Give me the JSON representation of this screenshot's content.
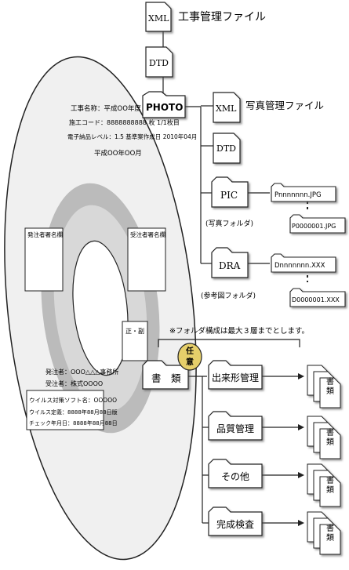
{
  "top": {
    "xml_label": "XML",
    "xml_caption": "工事管理ファイル",
    "dtd_label": "DTD"
  },
  "photo": {
    "folder_label": "PHOTO",
    "xml_label": "XML",
    "xml_caption": "写真管理ファイル",
    "dtd_label": "DTD",
    "pic_label": "PIC",
    "pic_caption": "(写真フォルダ)",
    "pic_file_1": "Pnnnnnnn.JPG",
    "pic_file_2": "P0000001.JPG",
    "dra_label": "DRA",
    "dra_caption": "(参考図フォルダ)",
    "dra_file_1": "Dnnnnnnn.XXX",
    "dra_file_2": "D0000001.XXX"
  },
  "disc": {
    "line1": "工事名称：平成OO年度 OO",
    "line2": "施工コード：8888888888    枚 1/1枚目",
    "line3": "電子納品レベル：1.5  基準案作成日 2010年04月",
    "line4": "平成OO年OO月",
    "box_left": "発注者署名欄",
    "box_right": "受注者署名欄",
    "box_small": "正・副",
    "org1": "発注者：OOO△△△事務所",
    "org2": "受注者：株式OOOO",
    "virus1": "ウイルス対策ソフト名：OOOOO",
    "virus2": "ウイルス定義：8888年88月88日版",
    "virus3": "チェック年月日：8888年88月88日"
  },
  "note": "※フォルダ構成は最大３層までとします。",
  "shorui": {
    "folder_label": "書　類",
    "badge": "任意",
    "categories": [
      "出来形管理",
      "品質管理",
      "その他",
      "完成検査"
    ],
    "doc_label": "書類"
  },
  "colors": {
    "line": "#222222",
    "disc_fill": "#eeeeee",
    "ring_fill": "#aaaaaa",
    "badge_fill": "#e6cf6a"
  }
}
